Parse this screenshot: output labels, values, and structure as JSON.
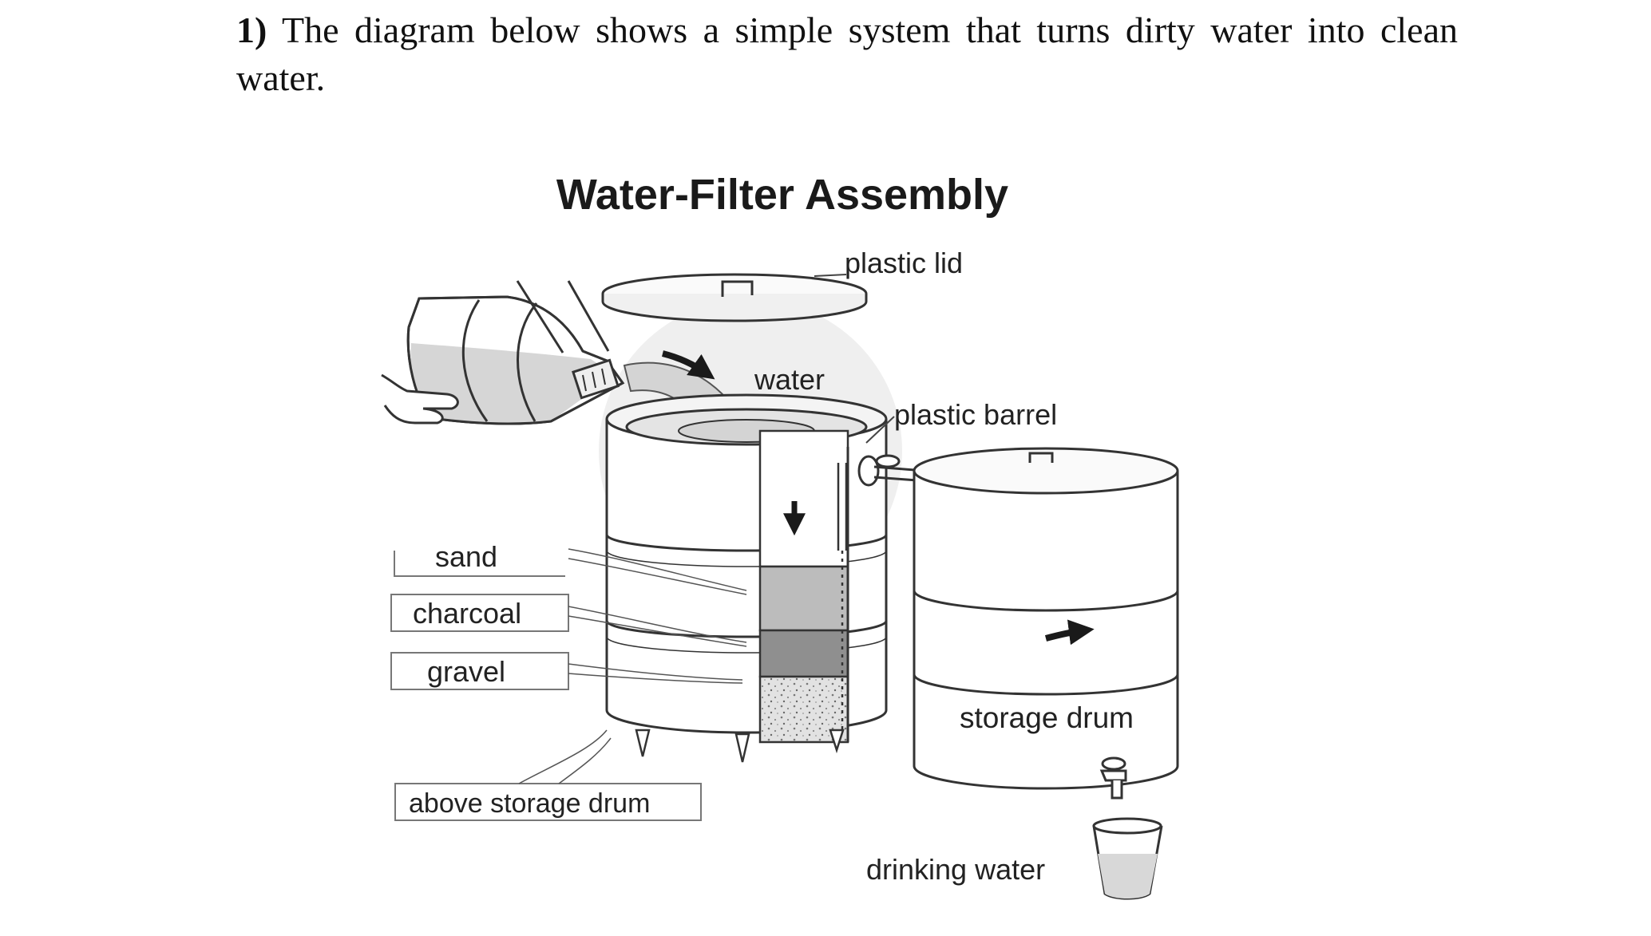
{
  "question": {
    "number": "1)",
    "text": "The diagram below shows a simple system that turns dirty water into clean water."
  },
  "diagram": {
    "title": "Water-Filter Assembly",
    "labels": {
      "plastic_lid": "plastic lid",
      "water": "water",
      "plastic_barrel": "plastic barrel",
      "sand": "sand",
      "charcoal": "charcoal",
      "gravel": "gravel",
      "above_storage_drum": "above storage drum",
      "storage_drum": "storage drum",
      "drinking_water": "drinking water"
    },
    "colors": {
      "line": "#333333",
      "water": "#d4d4d4",
      "sand": "#bcbcbc",
      "charcoal": "#8f8f8f",
      "gravel": "#dcdcdc",
      "arrow": "#1a1a1a"
    }
  }
}
